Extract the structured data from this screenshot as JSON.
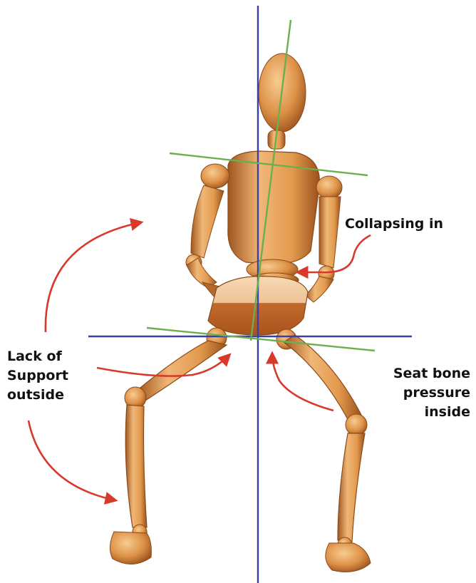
{
  "annotations": {
    "collapsing": {
      "text": "Collapsing in"
    },
    "lack_support": {
      "lines": [
        "Lack of",
        "Support",
        "outside"
      ]
    },
    "seat_bone": {
      "lines": [
        "Seat bone",
        "pressure",
        "inside"
      ]
    }
  },
  "colors": {
    "vertical_axis": "#3b3fa8",
    "horizontal_axis": "#3b3fa8",
    "alignment_lines": "#6ab04c",
    "arrows": "#d9392b",
    "wood_light": "#f0b777",
    "wood_mid": "#d98a3d",
    "wood_dark": "#a0561f"
  },
  "icons": [
    "wooden-mannequin-figure",
    "curved-arrow"
  ]
}
